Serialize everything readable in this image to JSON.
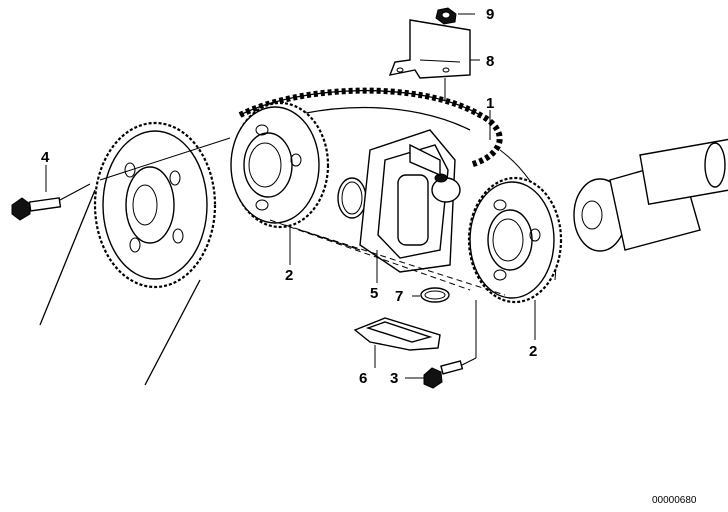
{
  "callouts": {
    "c1": "1",
    "c2a": "2",
    "c2b": "2",
    "c3": "3",
    "c4": "4",
    "c5": "5",
    "c6": "6",
    "c7": "7",
    "c8": "8",
    "c9": "9"
  },
  "reference_number": "00000680"
}
